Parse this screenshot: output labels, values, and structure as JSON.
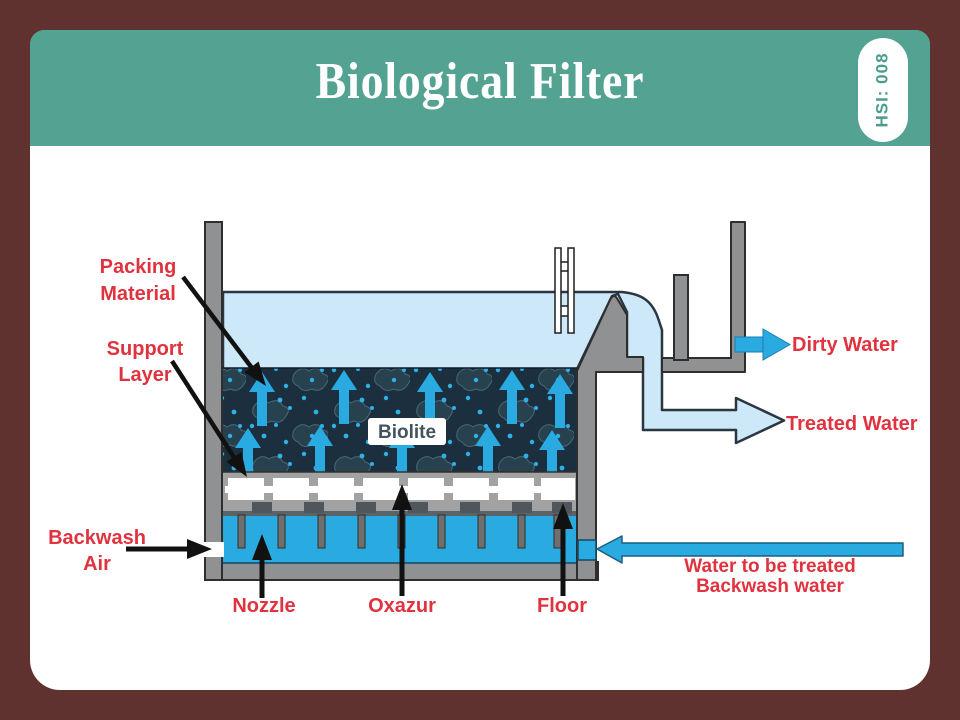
{
  "header": {
    "title": "Biological Filter",
    "badge": "HSI: 008"
  },
  "labels": {
    "packing": {
      "line1": "Packing",
      "line2": "Material"
    },
    "support": {
      "line1": "Support",
      "line2": "Layer"
    },
    "backwash": {
      "line1": "Backwash",
      "line2": "Air"
    },
    "nozzle": "Nozzle",
    "oxazur": "Oxazur",
    "floor": "Floor",
    "biolite": "Biolite",
    "dirty_water": "Dirty Water",
    "treated_water": "Treated Water",
    "inlet": {
      "line1": "Water to be treated",
      "line2": "Backwash water"
    }
  },
  "colors": {
    "border_maroon": "#60322f",
    "header_teal": "#54a392",
    "label_red": "#e0333f",
    "water_light": "#cde8f9",
    "water_cyan": "#29abe2",
    "packing_dark": "#1b2f3e",
    "wall_gray": "#8f9192",
    "badge_text": "#4a9d8e",
    "biolite_text": "#44535c"
  }
}
